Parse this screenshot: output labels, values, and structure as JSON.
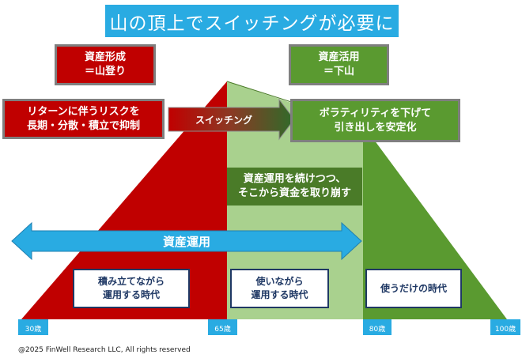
{
  "title": "山の頂上でスイッチングが必要に",
  "phases": {
    "accumulation": {
      "line1": "資産形成",
      "line2": "＝山登り"
    },
    "decumulation": {
      "line1": "資産活用",
      "line2": "＝下山"
    }
  },
  "left_goal": {
    "line1": "リターンに伴うリスクを",
    "line2": "長期・分散・積立で抑制"
  },
  "switching_label": "スイッチング",
  "right_goal": {
    "line1": "ボラティリティを下げて",
    "line2": "引き出しを安定化"
  },
  "middle_note": {
    "line1": "資産運用を続けつつ、",
    "line2": "そこから資金を取り崩す"
  },
  "investing_arrow_label": "資産運用",
  "stages": [
    {
      "line1": "積み立てながら",
      "line2": "運用する時代"
    },
    {
      "line1": "使いながら",
      "line2": "運用する時代"
    },
    {
      "line1": "使うだけの時代",
      "line2": ""
    }
  ],
  "ages": [
    "30歳",
    "65歳",
    "80歳",
    "100歳"
  ],
  "copyright": "@2025 FinWell Research LLC, All rights reserved",
  "colors": {
    "red": "#c00000",
    "light_green": "#a9d18e",
    "green": "#5a9a30",
    "blue": "#29abe2"
  }
}
